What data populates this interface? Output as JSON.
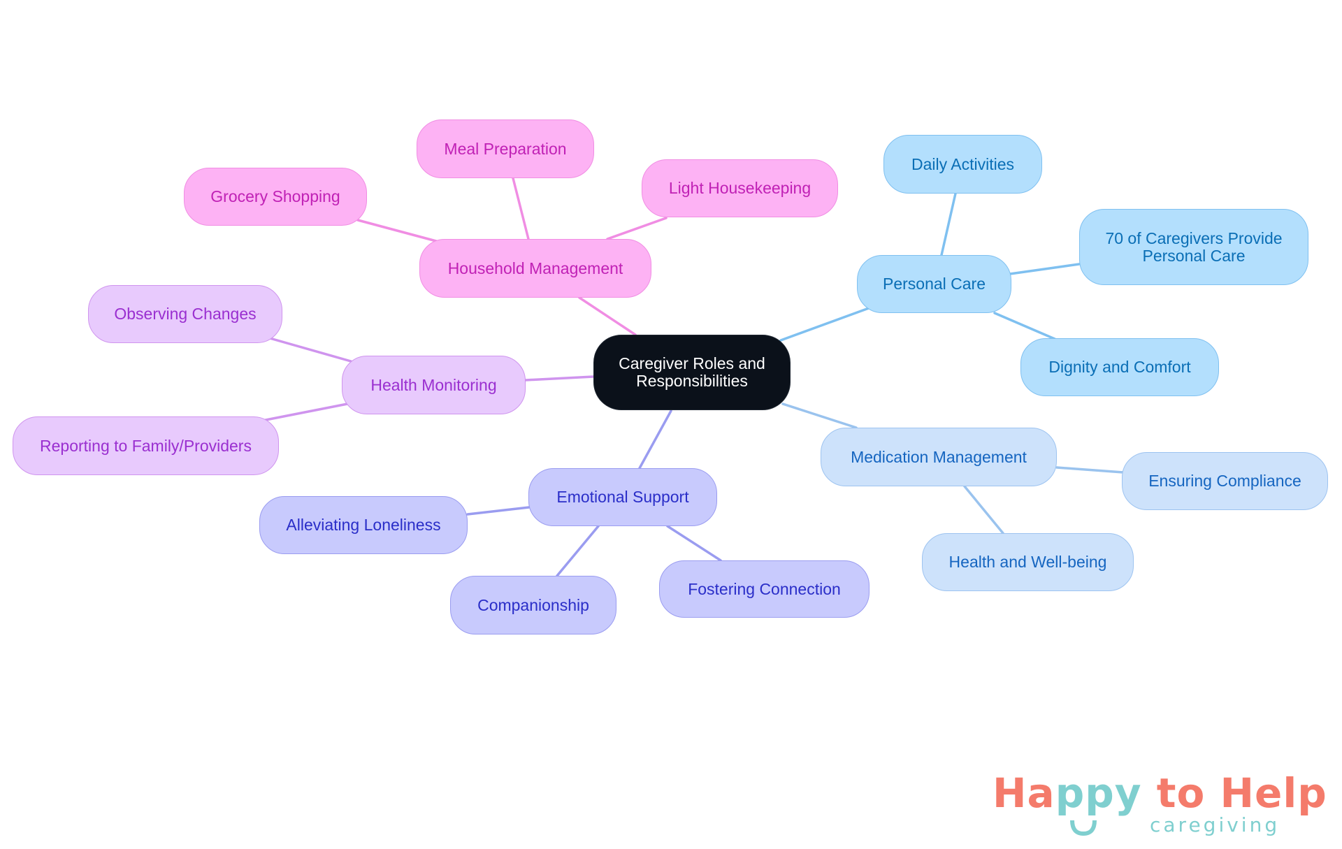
{
  "diagram": {
    "type": "mind-map",
    "center": {
      "label": "Caregiver Roles and Responsibilities",
      "line1": "Caregiver Roles and",
      "line2": "Responsibilities"
    },
    "branches": [
      {
        "label": "Personal Care",
        "color": "#7FC0F0",
        "children": [
          {
            "label": "Daily Activities"
          },
          {
            "label": "70 of Caregivers Provide Personal Care",
            "line1": "70 of Caregivers Provide",
            "line2": "Personal Care"
          },
          {
            "label": "Dignity and Comfort"
          }
        ]
      },
      {
        "label": "Medication Management",
        "color": "#9DC3F0",
        "children": [
          {
            "label": "Ensuring Compliance"
          },
          {
            "label": "Health and Well-being"
          }
        ]
      },
      {
        "label": "Emotional Support",
        "color": "#9A9CF0",
        "children": [
          {
            "label": "Alleviating Loneliness"
          },
          {
            "label": "Companionship"
          },
          {
            "label": "Fostering Connection"
          }
        ]
      },
      {
        "label": "Health Monitoring",
        "color": "#CF94EE",
        "children": [
          {
            "label": "Observing Changes"
          },
          {
            "label": "Reporting to Family/Providers"
          }
        ]
      },
      {
        "label": "Household Management",
        "color": "#F08DE3",
        "children": [
          {
            "label": "Meal Preparation"
          },
          {
            "label": "Grocery Shopping"
          },
          {
            "label": "Light Housekeeping"
          }
        ]
      }
    ]
  },
  "logo": {
    "part1": "Ha",
    "part2": "ppy",
    "part3": " to Help",
    "subtitle": "caregiving",
    "coral": "#F47B6B",
    "teal": "#7FCFCF"
  }
}
